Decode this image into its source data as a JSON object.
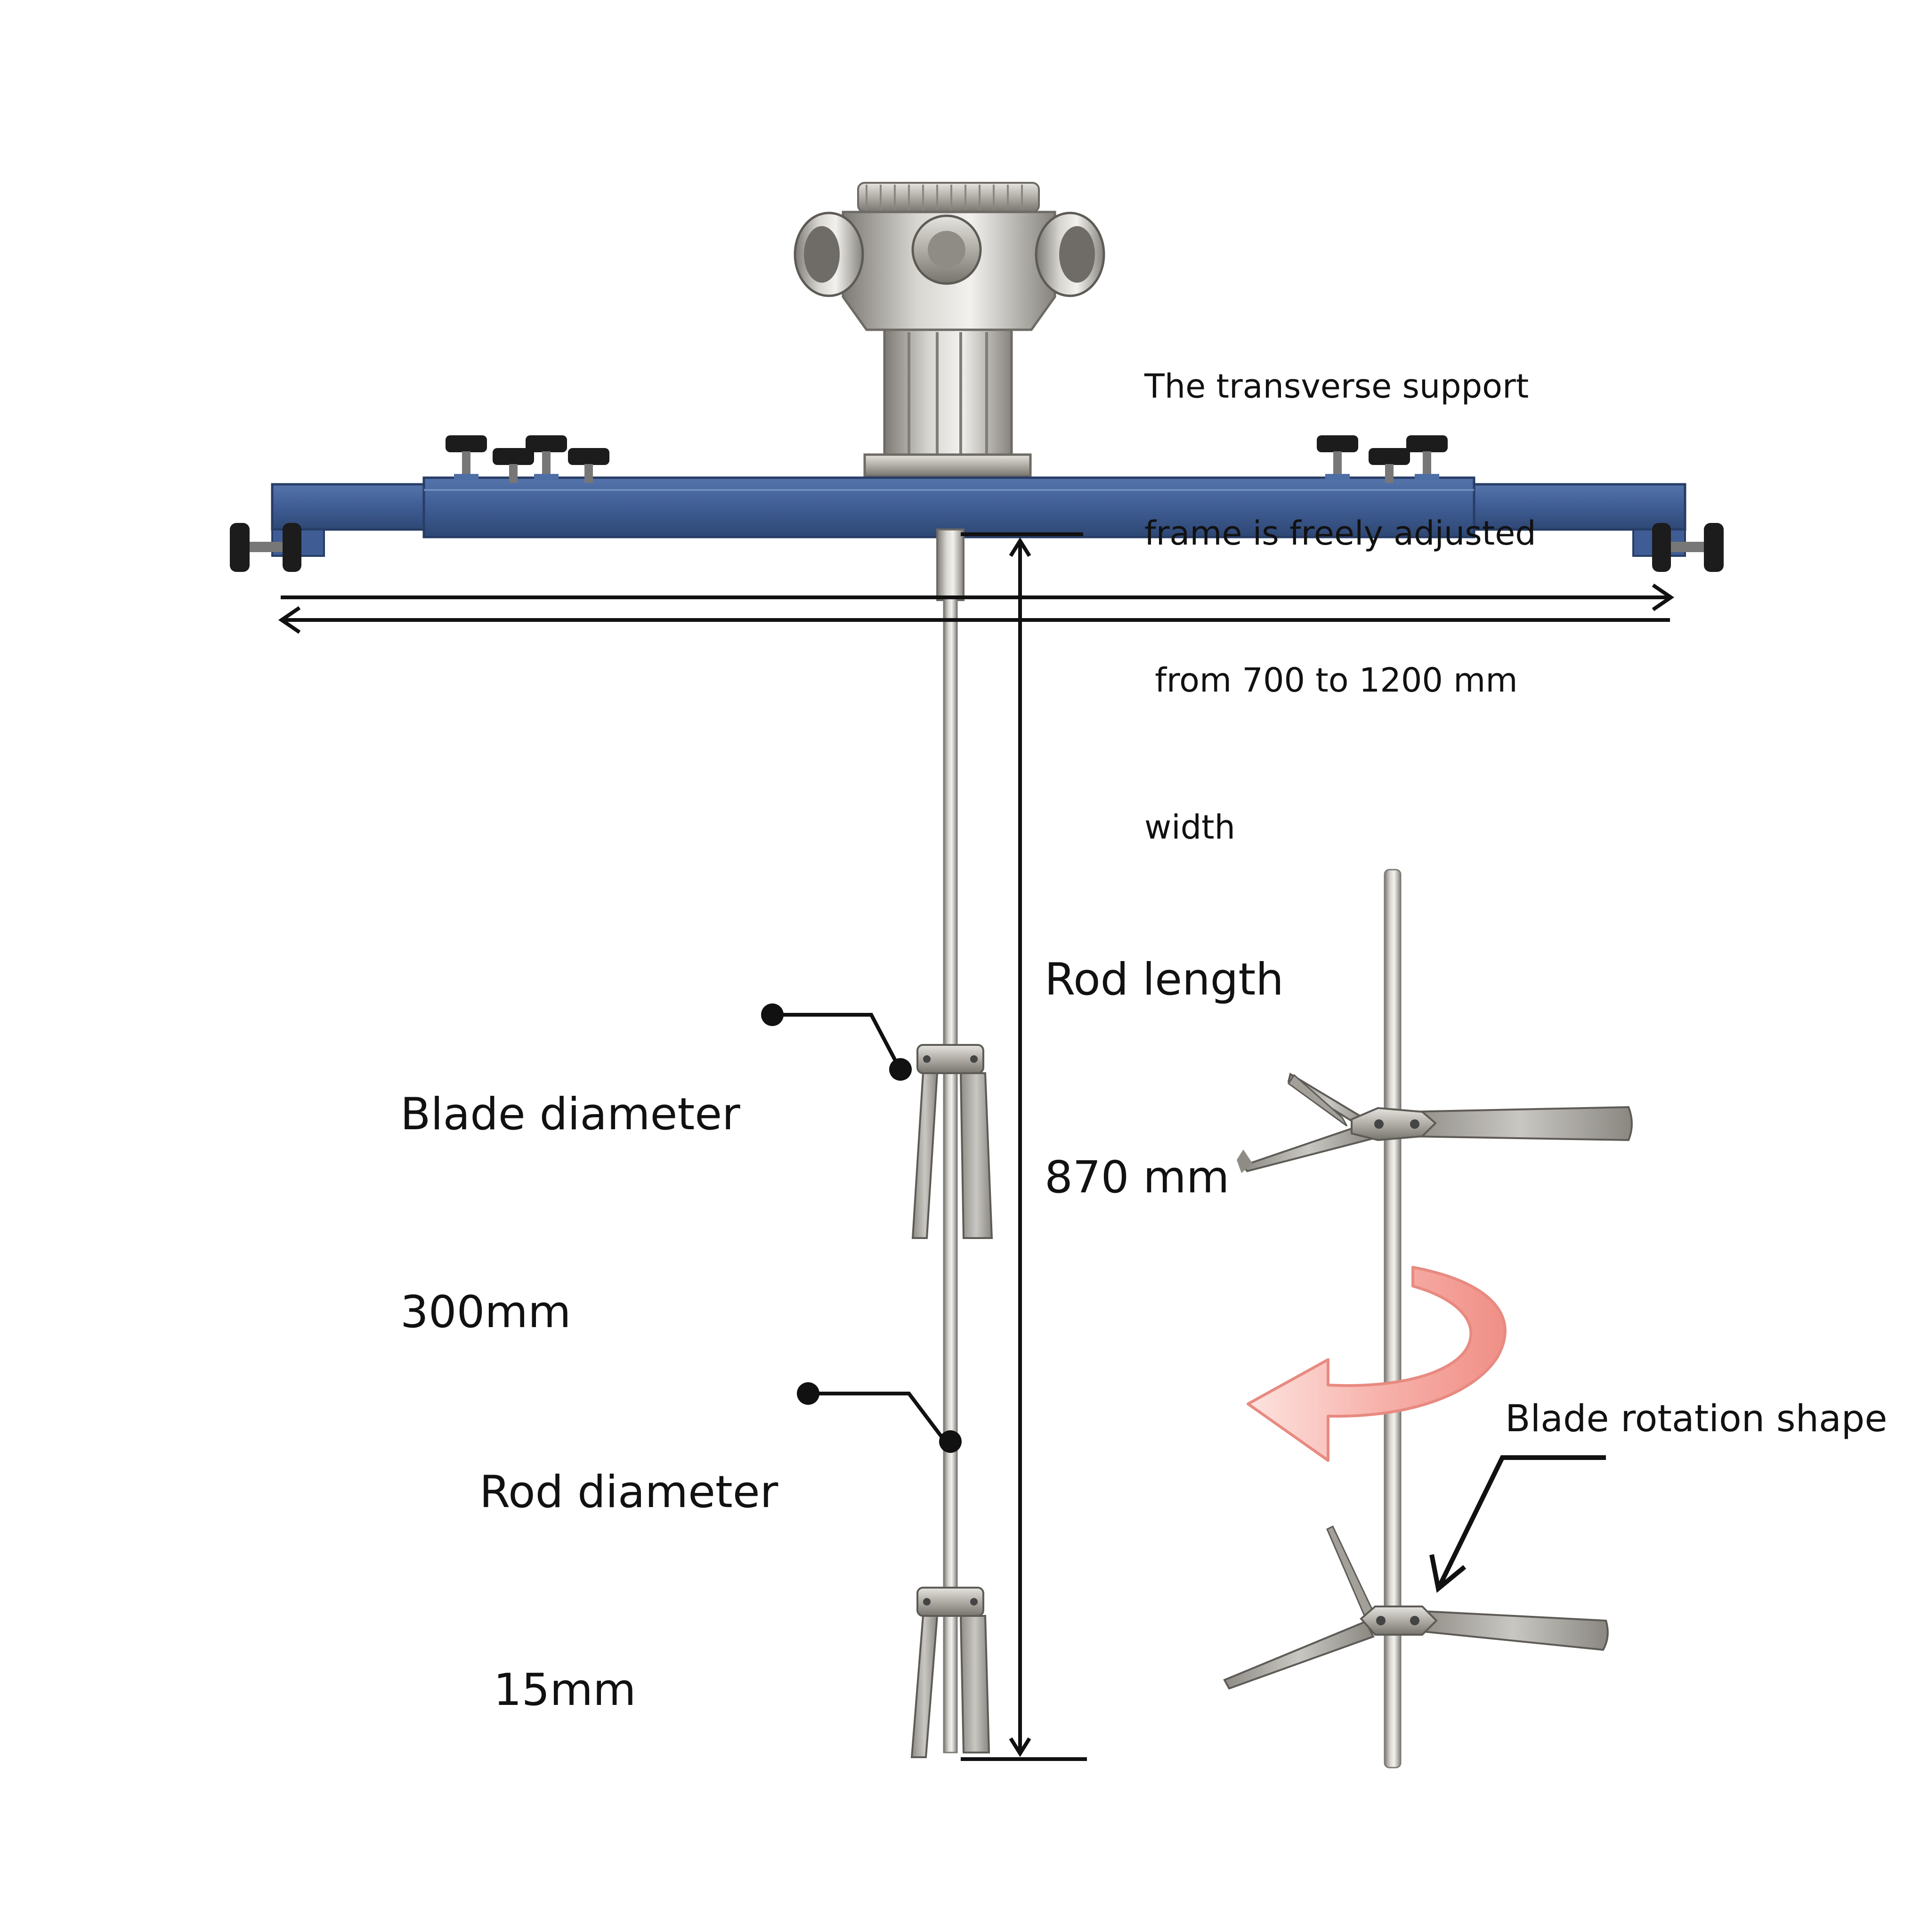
{
  "annotations": {
    "frame_note": [
      "The transverse support",
      "frame is freely adjusted",
      " from 700 to 1200 mm",
      "width"
    ],
    "rod_length": [
      "Rod length",
      "870 mm"
    ],
    "blade_diameter": [
      "Blade diameter",
      "300mm"
    ],
    "rod_diameter": [
      "Rod diameter",
      " 15mm"
    ],
    "blade_rotation": "Blade rotation shape"
  },
  "colors": {
    "frame_blue": "#3f5d94",
    "steel": "#b4b1aa",
    "knob_black": "#1c1c1c",
    "rotation_arrow": "#f4a6a0",
    "dimension_line": "#111111"
  },
  "icons": [
    "motor-head-icon",
    "adjustment-knob-icon",
    "impeller-blade-icon",
    "rotation-arrow-icon"
  ]
}
